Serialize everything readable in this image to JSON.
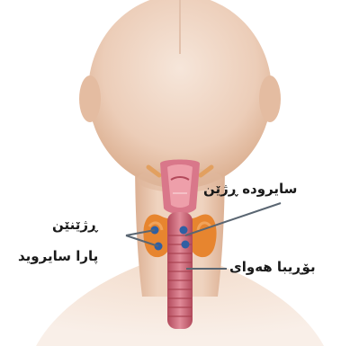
{
  "labels": {
    "thyroid_gland": "سایرودە ڕژێن",
    "parathyroid_line1": "ڕژێنێن",
    "parathyroid_line2": "پارا سایروید",
    "trachea": "بۆڕیبا هەوای"
  },
  "colors": {
    "skin_light": "#f3dfd1",
    "skin_mid": "#e8c5ae",
    "thyroid": "#e7852f",
    "parathyroid": "#2f5fa3",
    "larynx": "#d9778a",
    "trachea": "#c95b6e",
    "leader_line": "#5a6672"
  }
}
